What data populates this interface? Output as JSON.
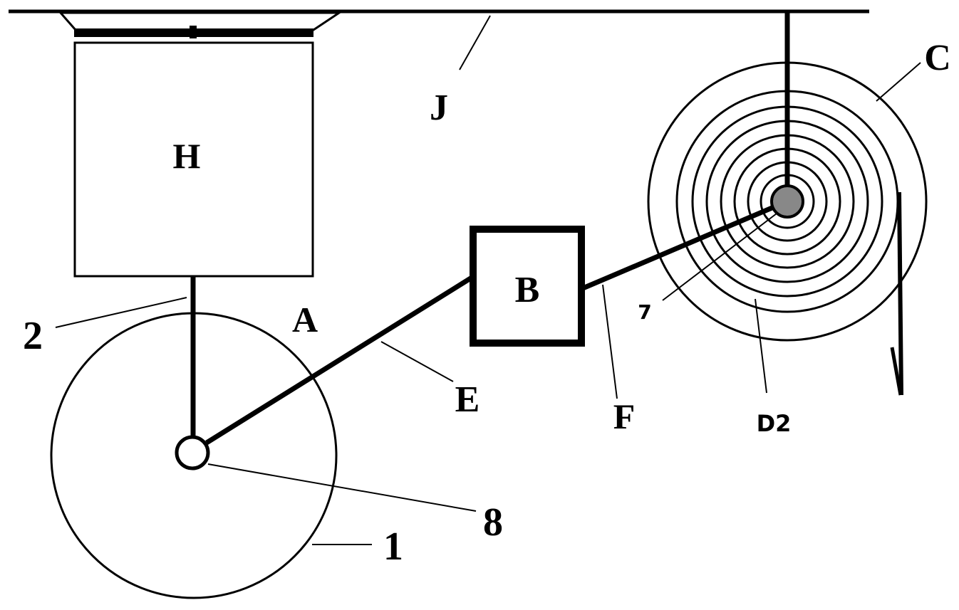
{
  "labels": {
    "h": "H",
    "j": "J",
    "c": "C",
    "a": "A",
    "b": "B",
    "e": "E",
    "f": "F",
    "seven": "7",
    "d2": "D2",
    "two": "2",
    "eight": "8",
    "one": "1"
  },
  "colors": {
    "line": "#000000",
    "background": "#ffffff"
  }
}
